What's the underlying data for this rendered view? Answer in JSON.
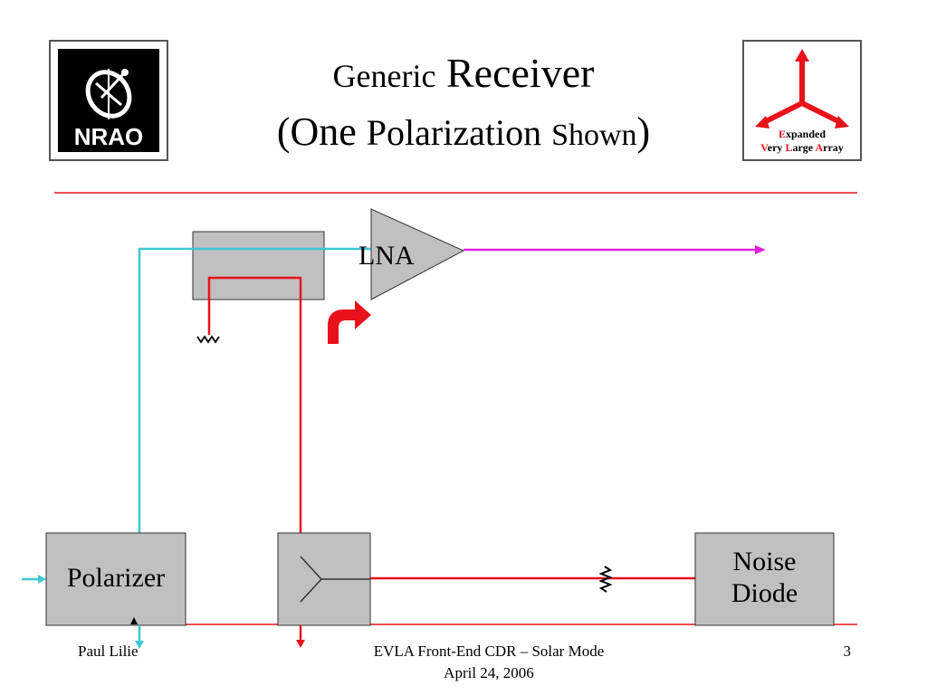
{
  "title": {
    "line1_small": "Generic",
    "line1_big": "Receiver",
    "line2_open": "(One",
    "line2_mid": "Polarization",
    "line2_small": "Shown",
    "line2_close": ")"
  },
  "logos": {
    "nrao_text": "NRAO",
    "evla_line1_cap": "E",
    "evla_line1_rest": "xpanded",
    "evla_line2_v": "V",
    "evla_line2_ery": "ery ",
    "evla_line2_l": "L",
    "evla_line2_arge": "arge ",
    "evla_line2_a": "A",
    "evla_line2_rray": "rray"
  },
  "diagram": {
    "lna_label": "LNA",
    "polarizer_label": "Polarizer",
    "noise_diode_label": "Noise\nDiode"
  },
  "footer": {
    "author": "Paul Lilie",
    "event": "EVLA Front-End CDR – Solar Mode",
    "date": "April 24, 2006",
    "page": "3"
  },
  "colors": {
    "accent_red": "#e8121b",
    "signal_cyan": "#3cc8d4",
    "output_magenta": "#e020e0",
    "block_gray": "#c0c0c0"
  }
}
